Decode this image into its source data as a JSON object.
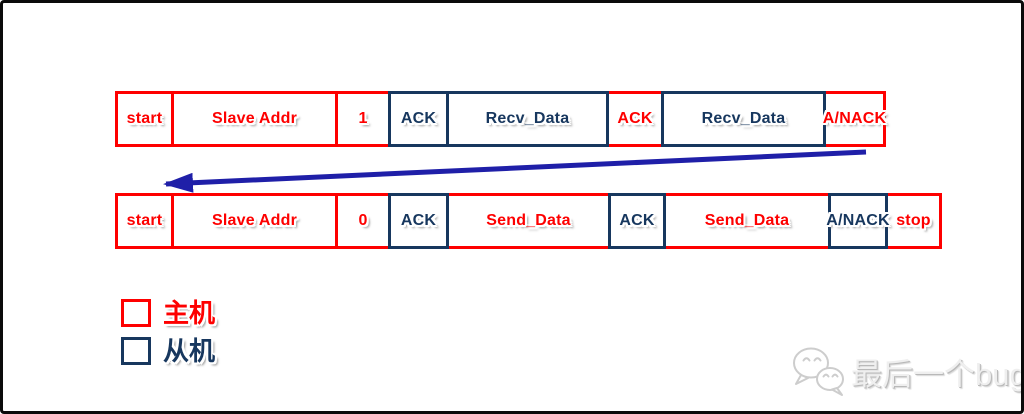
{
  "colors": {
    "master": "#fe0000",
    "slave": "#17375e",
    "arrow": "#1f1fa8",
    "frame_border": "#0a0a0a",
    "watermark": "#c9c9c9"
  },
  "frames": [
    {
      "name": "read-frame",
      "cells": [
        {
          "label": "start",
          "owner": "master",
          "w": 59
        },
        {
          "label": "Slave Addr",
          "owner": "master",
          "w": 167
        },
        {
          "label": "1",
          "owner": "master",
          "w": 56
        },
        {
          "label": "ACK",
          "owner": "slave",
          "w": 61
        },
        {
          "label": "Recv_Data",
          "owner": "slave",
          "w": 163
        },
        {
          "label": "ACK",
          "owner": "master",
          "w": 58
        },
        {
          "label": "Recv_Data",
          "owner": "slave",
          "w": 165
        },
        {
          "label": "A/NACK",
          "owner": "master",
          "w": 63
        }
      ]
    },
    {
      "name": "write-frame",
      "cells": [
        {
          "label": "start",
          "owner": "master",
          "w": 59
        },
        {
          "label": "Slave Addr",
          "owner": "master",
          "w": 167
        },
        {
          "label": "0",
          "owner": "master",
          "w": 56
        },
        {
          "label": "ACK",
          "owner": "slave",
          "w": 61
        },
        {
          "label": "Send_Data",
          "owner": "master",
          "w": 165
        },
        {
          "label": "ACK",
          "owner": "slave",
          "w": 58
        },
        {
          "label": "Send_Data",
          "owner": "master",
          "w": 168
        },
        {
          "label": "A/NACK",
          "owner": "slave",
          "w": 60
        },
        {
          "label": "stop",
          "owner": "master",
          "w": 57
        }
      ]
    }
  ],
  "legend": {
    "items": [
      {
        "label": "主机",
        "role": "master"
      },
      {
        "label": "从机",
        "role": "slave"
      }
    ]
  },
  "watermark": {
    "text": "最后一个bug",
    "icon": "wechat-icon"
  }
}
